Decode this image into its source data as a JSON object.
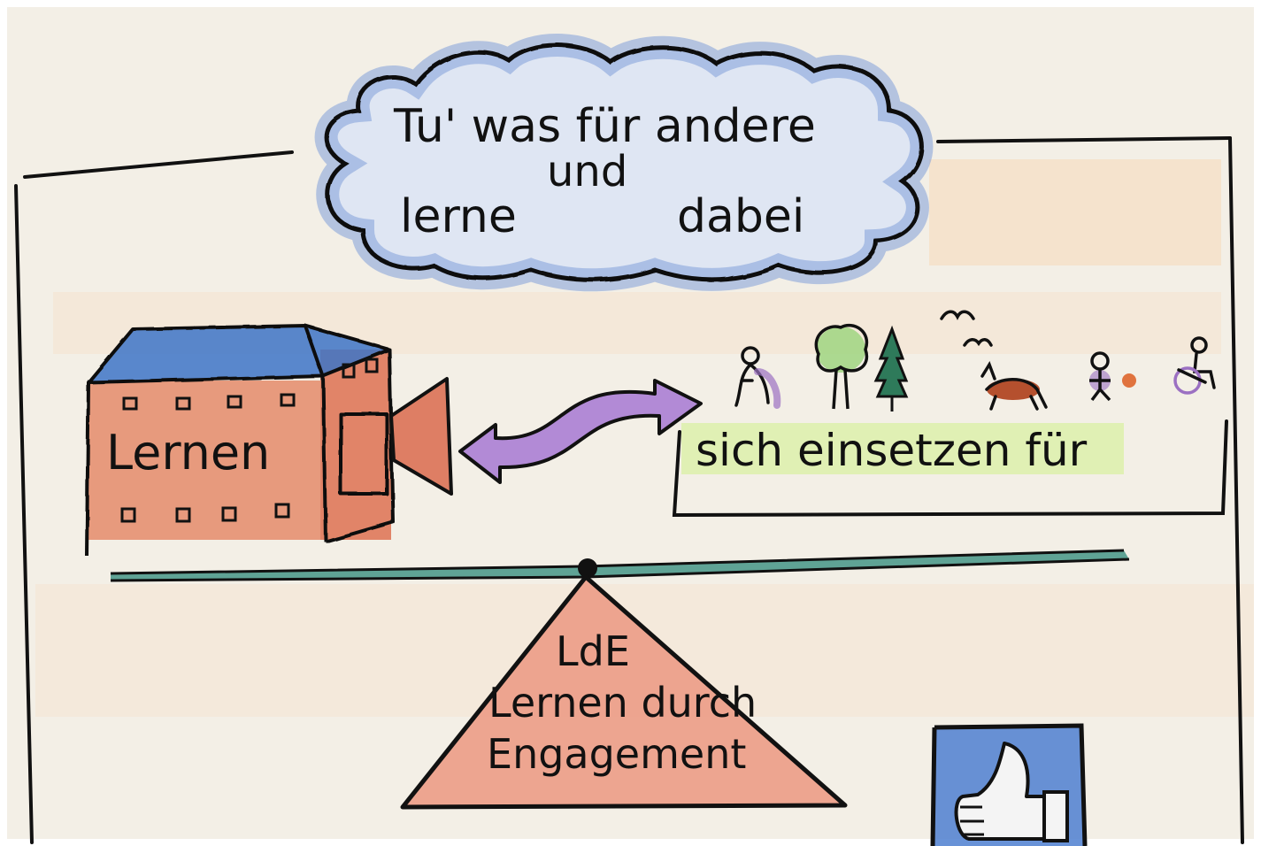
{
  "headline": {
    "line1": "Tu' was für andere",
    "line2": "und",
    "line3a": "lerne",
    "line3b": "dabei"
  },
  "school": {
    "label": "Lernen"
  },
  "community": {
    "label": "sich einsetzen für"
  },
  "fulcrum": {
    "line1": "LdE",
    "line2": "Lernen durch",
    "line3": "Engagement"
  },
  "colors": {
    "paper": "#f3efe6",
    "cloud": "#7f9fd9",
    "roof": "#3d74c7",
    "brick": "#c9583a",
    "arrow": "#9b70c2",
    "highlight": "#d9f0a3",
    "beam": "#2e8a7a",
    "triangle": "#e27c64",
    "ink": "#111111"
  },
  "icons": [
    "building-icon",
    "double-arrow-icon",
    "people-icon",
    "tree-icon",
    "bird-icon",
    "horse-icon",
    "child-icon",
    "wheelchair-icon",
    "thumbs-up-icon"
  ]
}
